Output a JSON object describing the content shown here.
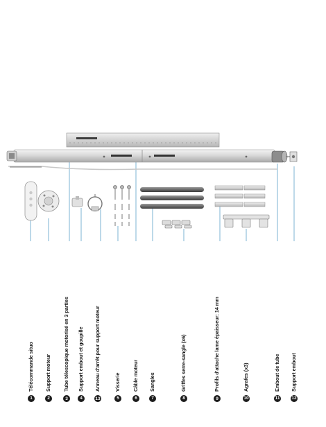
{
  "parts": [
    {
      "number": "1",
      "label": "Télécommande situo"
    },
    {
      "number": "2",
      "label": "Support moteur"
    },
    {
      "number": "3",
      "label": "Tube télescopique motorisé en 3 parties"
    },
    {
      "number": "4",
      "label": "Support embout et goupille"
    },
    {
      "number": "13",
      "label": "Anneau d'arrêt pour support moteur"
    },
    {
      "number": "5",
      "label": "Visserie"
    },
    {
      "number": "6",
      "label": "Câble moteur"
    },
    {
      "number": "7",
      "label": "Sangles"
    },
    {
      "number": "8",
      "label": "Griffes serre-sangle (x6)"
    },
    {
      "number": "9",
      "label": "Profils d'attache lame épaisseur: 14 mm"
    },
    {
      "number": "10",
      "label": "Agrafes (x3)"
    },
    {
      "number": "11",
      "label": "Embout de tube"
    },
    {
      "number": "12",
      "label": "Support embout"
    }
  ]
}
